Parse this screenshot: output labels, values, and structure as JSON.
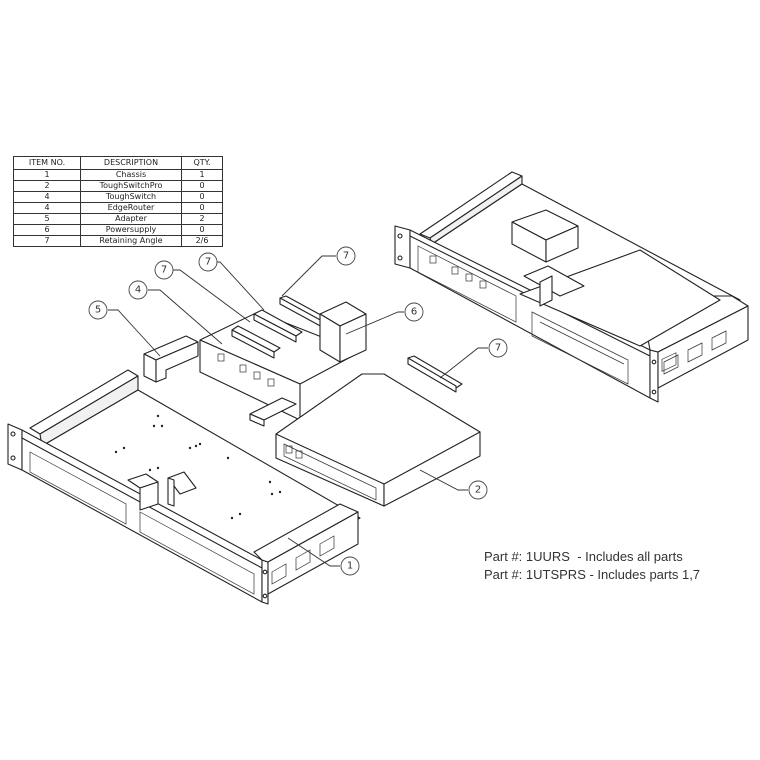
{
  "bom": {
    "headers": [
      "ITEM NO.",
      "DESCRIPTION",
      "QTY."
    ],
    "rows": [
      {
        "item": "1",
        "description": "Chassis",
        "qty": "1"
      },
      {
        "item": "2",
        "description": "ToughSwitchPro",
        "qty": "0"
      },
      {
        "item": "4",
        "description": "ToughSwitch",
        "qty": "0"
      },
      {
        "item": "4",
        "description": "EdgeRouter",
        "qty": "0"
      },
      {
        "item": "5",
        "description": "Adapter",
        "qty": "2"
      },
      {
        "item": "6",
        "description": "Powersupply",
        "qty": "0"
      },
      {
        "item": "7",
        "description": "Retaining Angle",
        "qty": "2/6"
      }
    ]
  },
  "balloons": {
    "b1": "1",
    "b2": "2",
    "b4": "4",
    "b5": "5",
    "b6": "6",
    "b7a": "7",
    "b7b": "7",
    "b7c": "7",
    "b7d": "7"
  },
  "notes": {
    "line1": "Part #: 1UURS  - Includes all parts",
    "line2": "Part #: 1UTSPRS - Includes parts 1,7"
  }
}
